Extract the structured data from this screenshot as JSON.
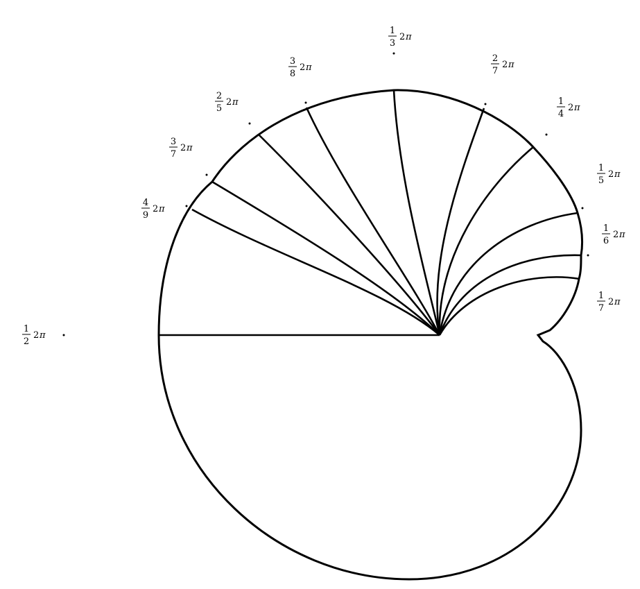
{
  "labels": [
    {
      "id": "third",
      "num": "1",
      "den": "3",
      "factor": "2",
      "pi": "π"
    },
    {
      "id": "twoseventh",
      "num": "2",
      "den": "7",
      "factor": "2",
      "pi": "π"
    },
    {
      "id": "quarter",
      "num": "1",
      "den": "4",
      "factor": "2",
      "pi": "π"
    },
    {
      "id": "fifth",
      "num": "1",
      "den": "5",
      "factor": "2",
      "pi": "π"
    },
    {
      "id": "sixth",
      "num": "1",
      "den": "6",
      "factor": "2",
      "pi": "π"
    },
    {
      "id": "seventh",
      "num": "1",
      "den": "7",
      "factor": "2",
      "pi": "π"
    },
    {
      "id": "threeeighth",
      "num": "3",
      "den": "8",
      "factor": "2",
      "pi": "π"
    },
    {
      "id": "twofifth",
      "num": "2",
      "den": "5",
      "factor": "2",
      "pi": "π"
    },
    {
      "id": "threeseventh",
      "num": "3",
      "den": "7",
      "factor": "2",
      "pi": "π"
    },
    {
      "id": "fourninth",
      "num": "4",
      "den": "9",
      "factor": "2",
      "pi": "π"
    },
    {
      "id": "half",
      "num": "1",
      "den": "2",
      "factor": "2",
      "pi": "π"
    }
  ]
}
